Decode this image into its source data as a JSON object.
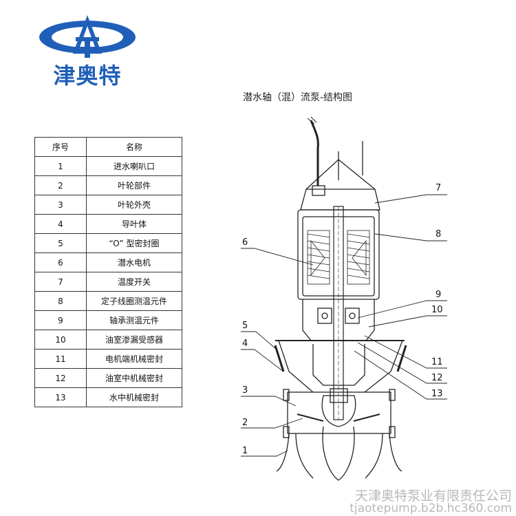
{
  "company": {
    "logo_text": "津奥特"
  },
  "diagram": {
    "title": "潜水轴（混）流泵-结构图"
  },
  "table": {
    "headers": [
      "序号",
      "名称"
    ],
    "rows": [
      [
        "1",
        "进水喇叭口"
      ],
      [
        "2",
        "叶轮部件"
      ],
      [
        "3",
        "叶轮外壳"
      ],
      [
        "4",
        "导叶体"
      ],
      [
        "5",
        "“O” 型密封圈"
      ],
      [
        "6",
        "潜水电机"
      ],
      [
        "7",
        "温度开关"
      ],
      [
        "8",
        "定子线圈测温元件"
      ],
      [
        "9",
        "轴承测温元件"
      ],
      [
        "10",
        "油室渗漏受感器"
      ],
      [
        "11",
        "电机端机械密封"
      ],
      [
        "12",
        "油室中机械密封"
      ],
      [
        "13",
        "水中机械密封"
      ]
    ]
  },
  "callouts": {
    "n1": "1",
    "n2": "2",
    "n3": "3",
    "n4": "4",
    "n5": "5",
    "n6": "6",
    "n7": "7",
    "n8": "8",
    "n9": "9",
    "n10": "10",
    "n11": "11",
    "n12": "12",
    "n13": "13"
  },
  "watermark": {
    "company": "天津奥特泵业有限责任公司",
    "url": "tjaotepump.b2b.hc360.com"
  },
  "colors": {
    "brand_blue": "#1f5fb8",
    "line": "#222222",
    "watermark": "#b8b8b8"
  }
}
